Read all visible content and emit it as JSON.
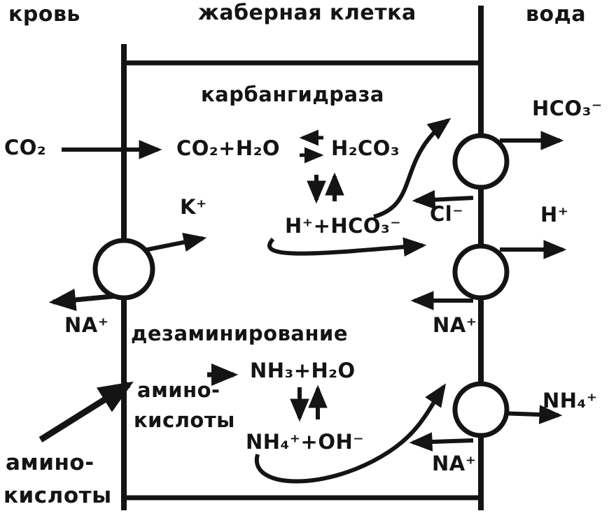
{
  "header": {
    "blood": "кровь",
    "gill_cell": "жаберная клетка",
    "water": "вода"
  },
  "enzymes": {
    "carbonic_anhydrase": "карбангидраза",
    "deamination": "дезаминирование"
  },
  "molecules": {
    "co2_blood": "CO₂",
    "co2_h2o": "CO₂+H₂O",
    "h2co3": "H₂CO₃",
    "h_hco3": "H⁺+HCO₃⁻",
    "cl_in": "Cl⁻",
    "hco3_out": "HCO₃⁻",
    "h_out": "H⁺",
    "k_in": "K⁺",
    "na_out_blood": "NA⁺",
    "na_in_mid": "NA⁺",
    "na_in_bottom": "NA⁺",
    "amino_cell_line1": "амино-",
    "amino_cell_line2": "кислоты",
    "amino_blood_line1": "амино-",
    "amino_blood_line2": "кислоты",
    "nh3_h2o": "NH₃+H₂O",
    "nh4_oh": "NH₄⁺+OH⁻",
    "nh4_out": "NH₄⁺"
  },
  "colors": {
    "ink": "#141414",
    "background": "#ffffff"
  }
}
